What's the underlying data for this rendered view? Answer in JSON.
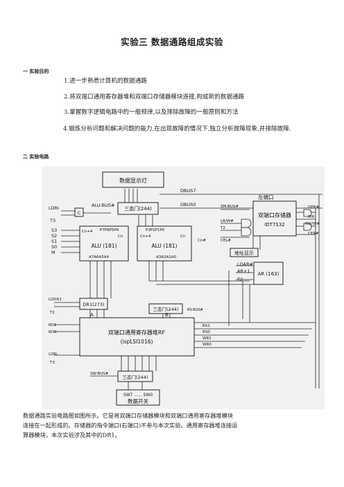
{
  "title": "实验三  数据通路组成实验",
  "section1": "一  实验目的",
  "objectives": [
    "1.进一步熟悉计算机的数据通路",
    "2.将双端口通用寄存器堆和双端口存储器模块连接,构成新的数据通路",
    "3.掌握数字逻辑电路中的一般规律,以及排除故障的一般原则和方法",
    "4.锻炼分析问题和解决问题的能力,在出现故障的情况下,独立分析故障现象,并排除故障."
  ],
  "section2": "二  实验电路",
  "diagram": {
    "display_lights": "数据显示灯",
    "dbus7": "DBUS7",
    "dbus0": "DBUS0",
    "alu_bus": "ALU-BUS#",
    "tristate": "三态门(244)",
    "ldri": "LDRi",
    "t3": "T3",
    "c_box": "C",
    "s3": "S3",
    "s2": "S2",
    "s1": "S1",
    "s0": "S0",
    "m": "M",
    "cn4": "Cn+4",
    "p7": "P7P6P5P4",
    "p3": "P3P2P1P0",
    "cn": "Cn",
    "cn_hash": "Cn#",
    "alu181": "ALU (181)",
    "a7a6a5a4": "A7A6A5A4",
    "a3a2a1a0": "A3A2A1A0",
    "left_port": "左端口",
    "mem_title": "双端口存储器",
    "mem_sub": "IDT7132",
    "sm_bus": "SM-BUS#",
    "lr_w": "LR/W#",
    "t2": "T2",
    "cel": "CEL#",
    "oer": "OER#",
    "wr": "WR",
    "rw": "RW/W#",
    "cer": "CER#",
    "addr_display": "地址显示",
    "ldar": "LDAR#",
    "ar_inc": "AR+1",
    "ar163": "AR (163)",
    "ldor": "LDDR1",
    "dr1": "DR1(273)",
    "rs_bus": "RS-BUS#",
    "a_label": "A",
    "b_label": "B",
    "rd1": "RD1",
    "rd0": "RD0",
    "rf_title": "双端口通用寄存器堆RF",
    "rf_sub": "(ispLSI1016)",
    "rs1": "RS1",
    "rs0": "RS0",
    "wr1": "WR1",
    "wr0": "WR0",
    "ldri2": "LDRi",
    "sw_bus": "SW-BUS#",
    "sw_range": "SW7  ......  SW0",
    "switches": "数据开关"
  },
  "footer": [
    "数据通路实验电路图如图所示。它是将双端口存储器模块和双端口通用寄存器堆模块",
    "连接在一起形成的。存储器的指令端口(右端口)不参与本次实验。通用寄存器堆连接运",
    "算器模块，本次实验涉及其中的DR1。"
  ]
}
